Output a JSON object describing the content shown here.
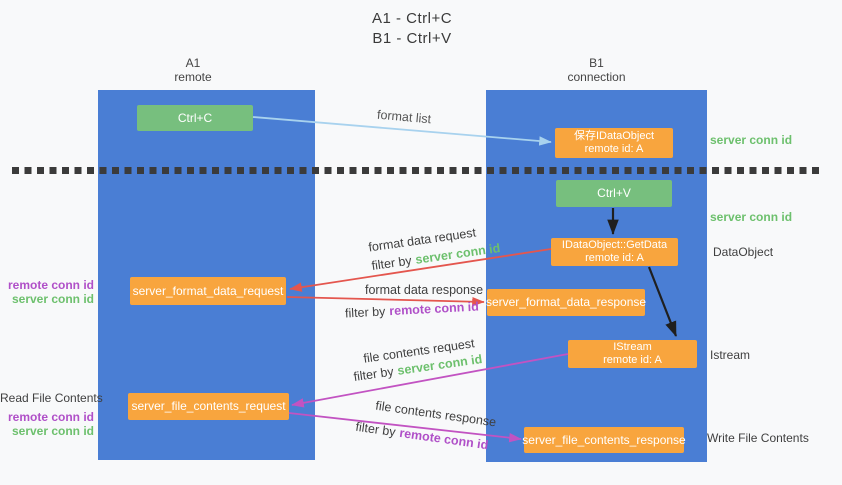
{
  "title": {
    "line1": "A1 - Ctrl+C",
    "line2": "B1 - Ctrl+V"
  },
  "lanes": {
    "a1": {
      "name": "A1",
      "subtitle": "remote"
    },
    "b1": {
      "name": "B1",
      "subtitle": "connection"
    }
  },
  "boxes": {
    "ctrl_c": {
      "label": "Ctrl+C"
    },
    "ctrl_v": {
      "label": "Ctrl+V"
    },
    "save_idataobject": {
      "line1": "保存IDataObject",
      "line2": "remote id: A"
    },
    "idataobject_getdata": {
      "line1": "IDataObject::GetData",
      "line2": "remote id: A"
    },
    "istream": {
      "line1": "IStream",
      "line2": "remote id: A"
    },
    "server_format_data_request": {
      "label": "server_format_data_request"
    },
    "server_format_data_response": {
      "label": "server_format_data_response"
    },
    "server_file_contents_request": {
      "label": "server_file_contents_request"
    },
    "server_file_contents_response": {
      "label": "server_file_contents_response"
    }
  },
  "arrow_labels": {
    "format_list": "format list",
    "format_data_request": "format data request",
    "format_data_response": "format data response",
    "file_contents_request": "file contents request",
    "file_contents_response": "file contents response",
    "filter_by": "filter by",
    "server_conn_id": "server conn id",
    "remote_conn_id": "remote conn id"
  },
  "side_labels": {
    "server_conn_id": "server conn id",
    "remote_conn_id": "remote conn id",
    "dataobject": "DataObject",
    "istream": "Istream",
    "read_file_contents": "Read File Contents",
    "write_file_contents": "Write File Contents"
  },
  "colors": {
    "lane_blue": "#4a7ed4",
    "box_green": "#77bf7e",
    "box_orange": "#f8a53e",
    "arrow_red": "#e4564e",
    "arrow_magenta": "#c253c2",
    "arrow_light_blue": "#a8d2ee",
    "arrow_black": "#1f1f1f",
    "text_green": "#6dc06d",
    "text_purple": "#b050c8",
    "text_dark": "#3f3f3f"
  }
}
